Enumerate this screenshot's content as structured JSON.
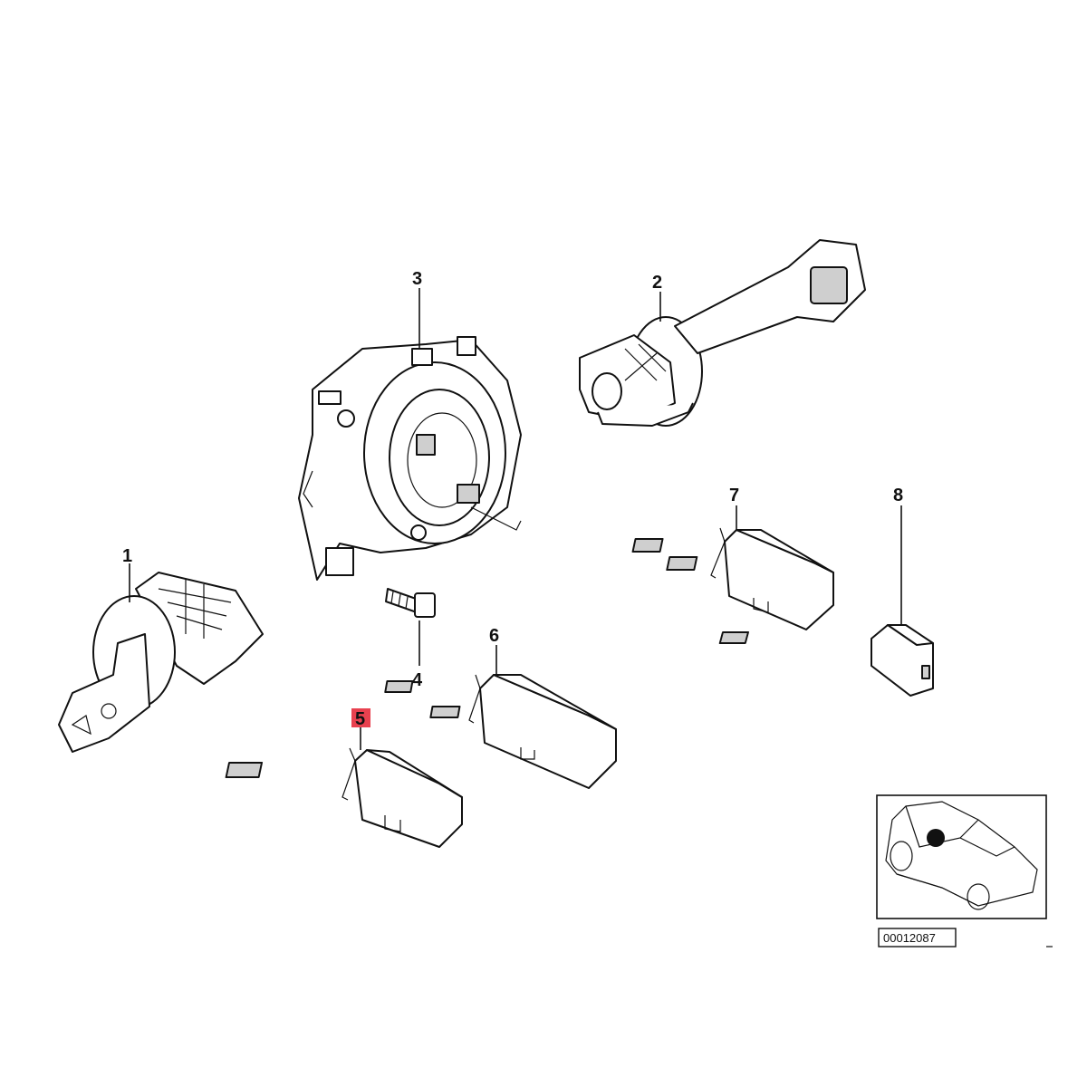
{
  "callouts": [
    {
      "id": "1",
      "label": "1"
    },
    {
      "id": "2",
      "label": "2"
    },
    {
      "id": "3",
      "label": "3"
    },
    {
      "id": "4",
      "label": "4"
    },
    {
      "id": "5",
      "label": "5"
    },
    {
      "id": "6",
      "label": "6"
    },
    {
      "id": "7",
      "label": "7"
    },
    {
      "id": "8",
      "label": "8"
    }
  ],
  "highlighted_callout": "5",
  "highlight_color": "#e8414f",
  "reference_number": "00012087"
}
